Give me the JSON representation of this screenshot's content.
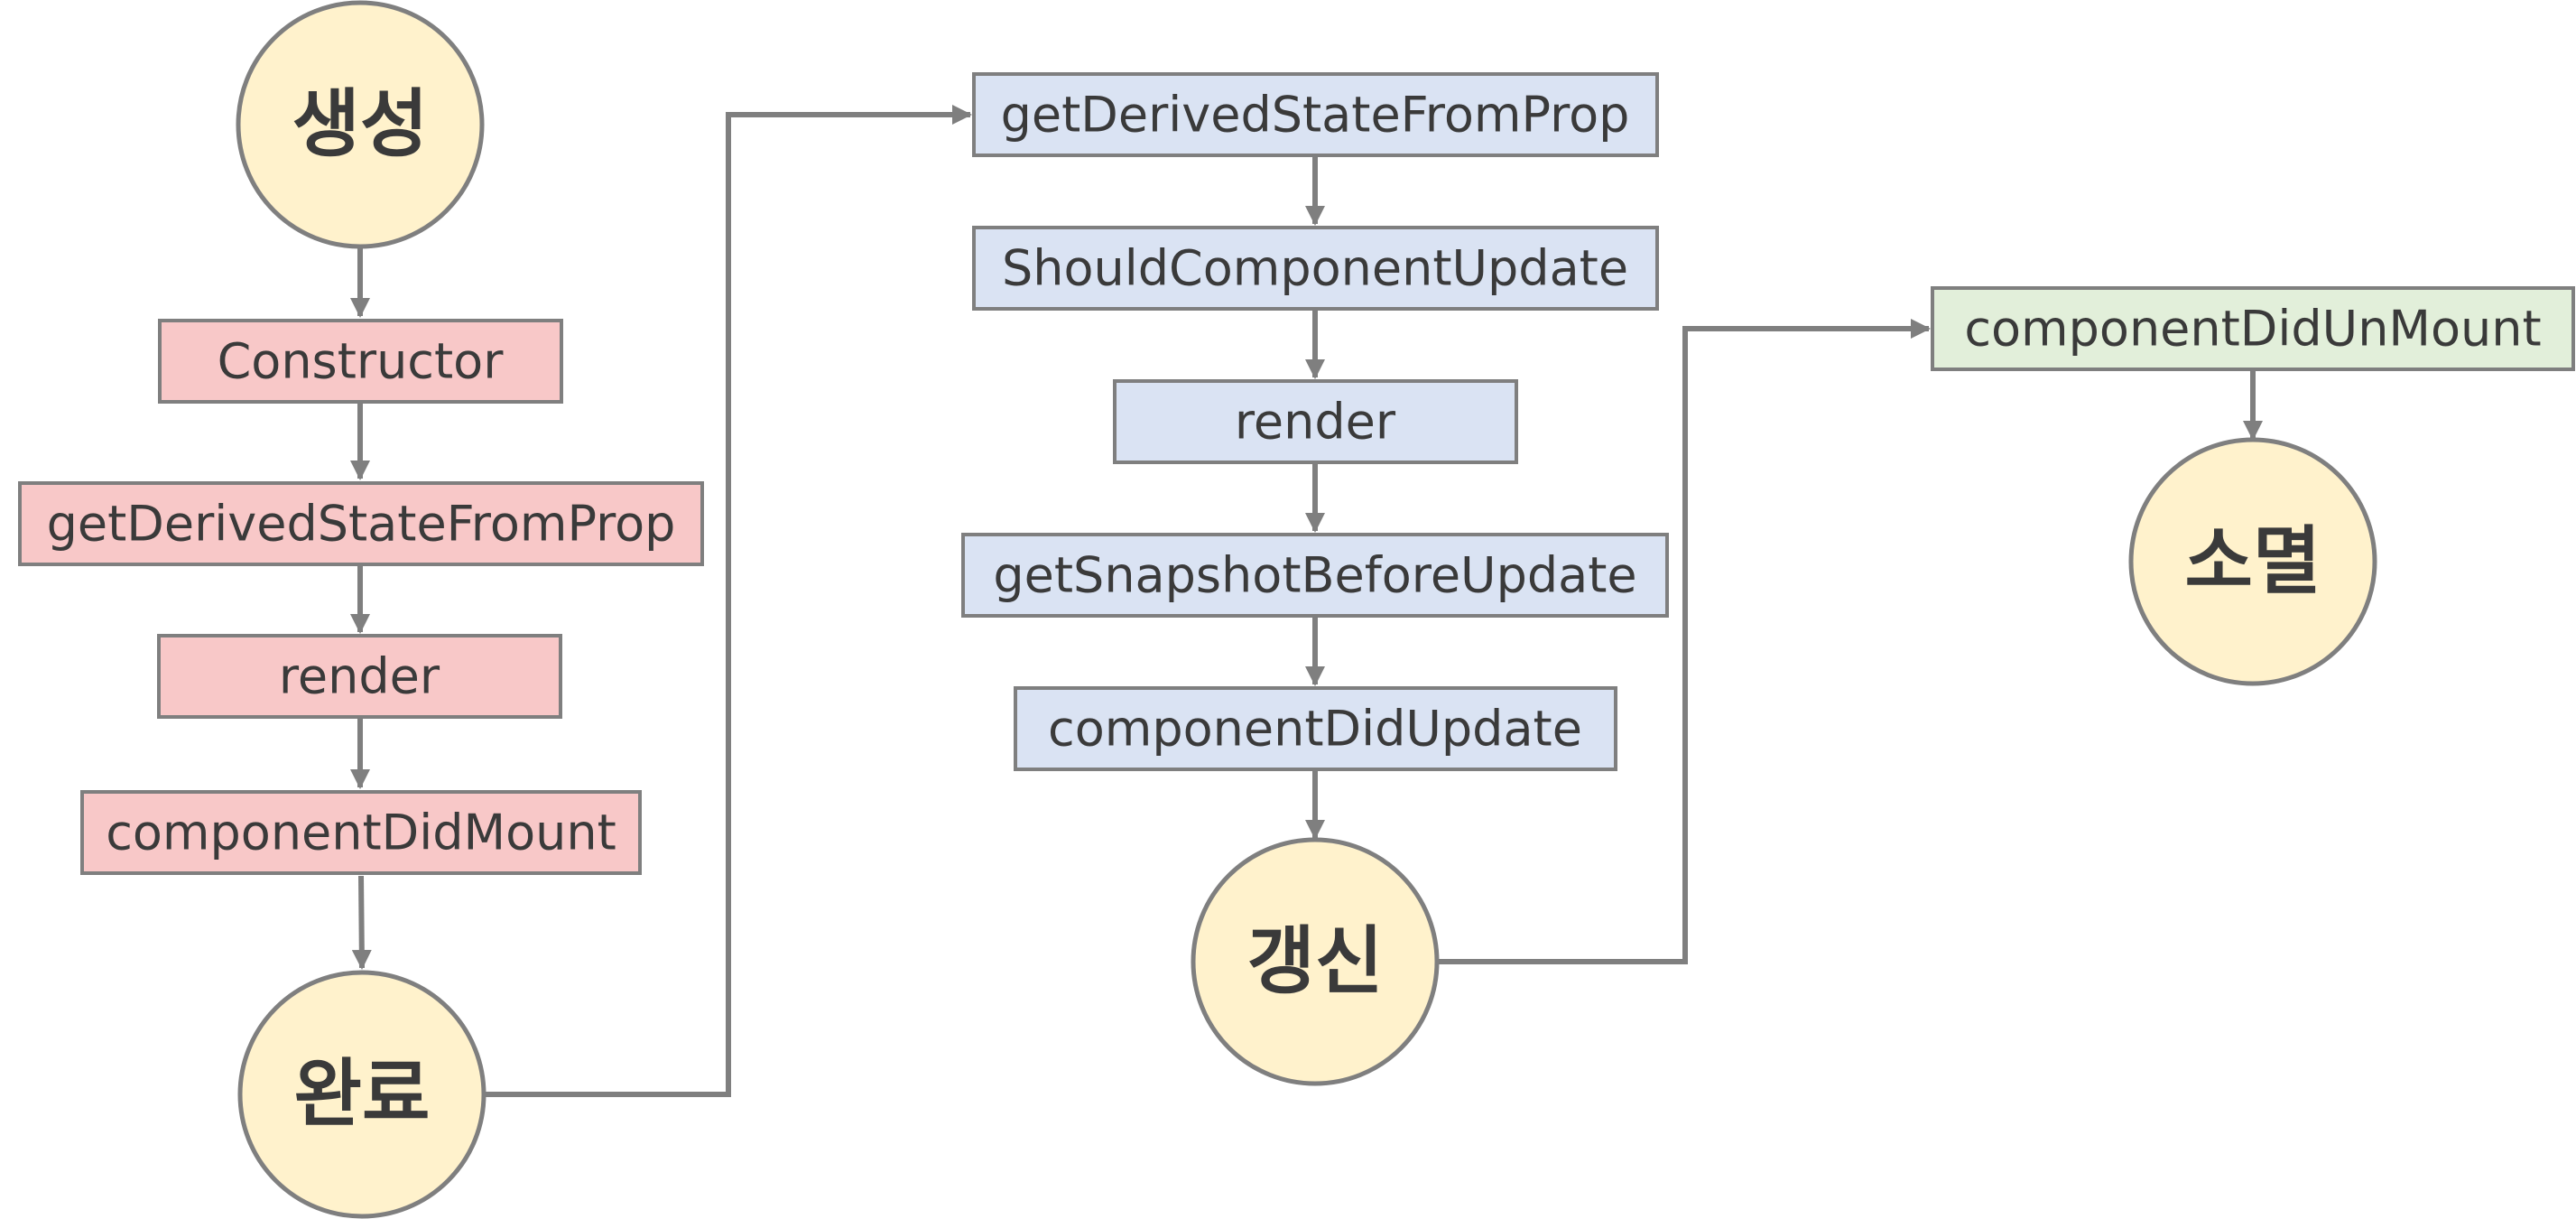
{
  "colors": {
    "mount_fill": "#f8c8c8",
    "update_fill": "#dae3f3",
    "unmount_fill": "#e2efda",
    "state_fill": "#fff2cc",
    "stroke": "#7f7f7f",
    "text": "#3a3a3a"
  },
  "states": {
    "creation": "생성",
    "mounted": "완료",
    "updated": "갱신",
    "destroyed": "소멸"
  },
  "mount": {
    "constructor": "Constructor",
    "get_derived_state": "getDerivedStateFromProp",
    "render": "render",
    "component_did_mount": "componentDidMount"
  },
  "update": {
    "get_derived_state": "getDerivedStateFromProp",
    "should_component_update": "ShouldComponentUpdate",
    "render": "render",
    "get_snapshot_before_update": "getSnapshotBeforeUpdate",
    "component_did_update": "componentDidUpdate"
  },
  "unmount": {
    "component_did_unmount": "componentDidUnMount"
  }
}
